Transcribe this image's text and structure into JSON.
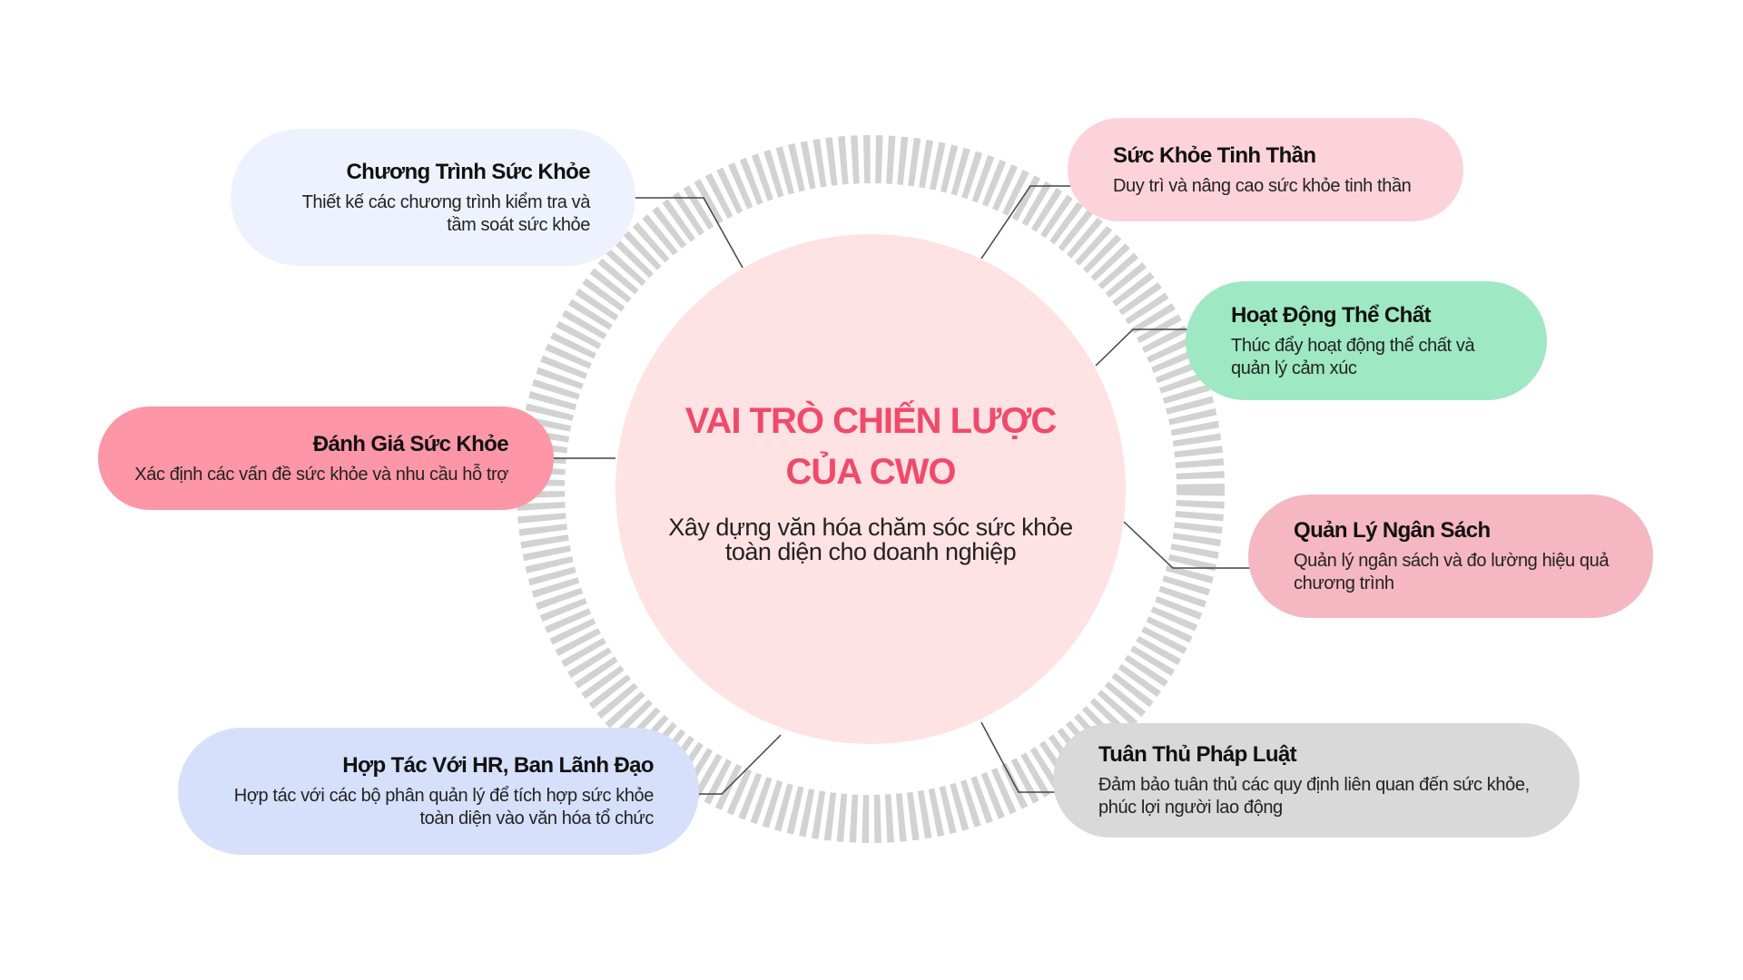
{
  "center": {
    "title": "VAI TRÒ CHIẾN LƯỢC CỦA CWO",
    "subtitle": "Xây dựng văn hóa chăm sóc sức khỏe toàn diện cho doanh nghiệp"
  },
  "nodes": [
    {
      "title": "Chương Trình Sức Khỏe",
      "description": "Thiết kế các chương trình kiểm tra và tầm soát sức khỏe"
    },
    {
      "title": "Đánh Giá Sức Khỏe",
      "description": "Xác định các vấn đề sức khỏe và nhu cầu hỗ trợ"
    },
    {
      "title": "Hợp Tác Với HR, Ban Lãnh Đạo",
      "description": "Hợp tác với các bộ phân quản lý để tích hợp sức khỏe toàn diện vào văn hóa tổ chức"
    },
    {
      "title": "Sức Khỏe Tinh Thần",
      "description": "Duy trì và nâng cao sức khỏe tinh thần"
    },
    {
      "title": "Hoạt Động Thể Chất",
      "description": "Thúc đẩy hoạt động thể chất và quản lý cảm xúc"
    },
    {
      "title": "Quản Lý Ngân Sách",
      "description": "Quản lý ngân sách và đo lường hiệu quả chương trình"
    },
    {
      "title": "Tuân Thủ Pháp Luật",
      "description": "Đảm bảo tuân thủ các quy định liên quan đến sức khỏe, phúc lợi người lao động"
    }
  ],
  "colors": {
    "center_fill": "#ffe2e4",
    "center_title": "#f04a6a",
    "ring_stripe": "#d2d2d2",
    "connector": "#444444",
    "node_chuong_trinh": "#eef2fe",
    "node_danh_gia": "#fd96a6",
    "node_hop_tac": "#d6e0fb",
    "node_tinh_than": "#fcd3da",
    "node_the_chat": "#9ee8c3",
    "node_ngan_sach": "#f5b7c2",
    "node_phap_luat": "#d9d9d9"
  }
}
